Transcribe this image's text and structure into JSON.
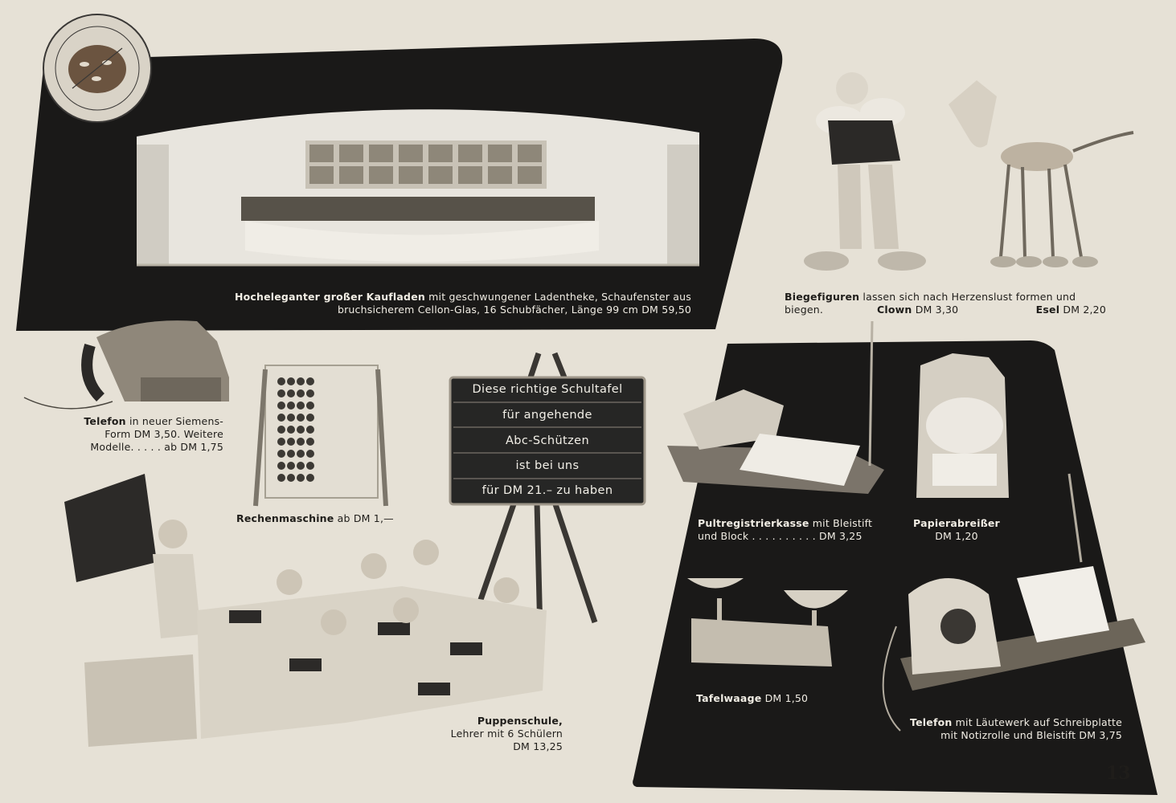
{
  "colors": {
    "paper": "#e6e1d6",
    "panel": "#1a1918",
    "chalkboard": "#262625",
    "ink": "#1f1d1a",
    "light_text": "#f1ede4"
  },
  "stamp": {
    "icon": "round-seal-stamp-icon"
  },
  "top_panel": {
    "caption": {
      "bold": "Hocheleganter großer Kaufladen",
      "rest_line1": "mit geschwungener Ladentheke, Schaufenster aus",
      "line2": "bruchsicherem Cellon-Glas, 16 Schubfächer, Länge 99 cm DM 59,50"
    }
  },
  "figures": {
    "caption": {
      "bold": "Biegefiguren",
      "rest_line1": "lassen sich nach Herzenslust formen und",
      "line2_start": "biegen.",
      "clown_label": "Clown",
      "clown_price": "DM 3,30",
      "esel_label": "Esel",
      "esel_price": "DM 2,20"
    }
  },
  "telefon_small": {
    "bold": "Telefon",
    "rest_line1": "in neuer Siemens-",
    "line2": "Form DM 3,50. Weitere",
    "line3": "Modelle. . . . . ab DM 1,75"
  },
  "rechenmaschine": {
    "bold": "Rechenmaschine",
    "rest": "ab DM 1,—"
  },
  "schultafel": {
    "lines": [
      "Diese richtige Schultafel",
      "für angehende",
      "Abc-Schützen",
      "ist bei uns",
      "für DM 21.– zu haben"
    ]
  },
  "puppenschule": {
    "bold": "Puppenschule,",
    "line2": "Lehrer mit 6 Schülern",
    "line3": "DM 13,25"
  },
  "registrierkasse": {
    "bold": "Pultregistrierkasse",
    "rest_line1": "mit Bleistift",
    "line2": "und Block . . . . . . . . . . DM 3,25"
  },
  "papierabreisser": {
    "bold": "Papierabreißer",
    "line2": "DM 1,20"
  },
  "tafelwaage": {
    "bold": "Tafelwaage",
    "rest": "DM 1,50"
  },
  "telefon_platte": {
    "bold": "Telefon",
    "rest_line1": "mit Läutewerk auf Schreibplatte",
    "line2": "mit Notizrolle und Bleistift DM 3,75"
  },
  "page_number": "13"
}
